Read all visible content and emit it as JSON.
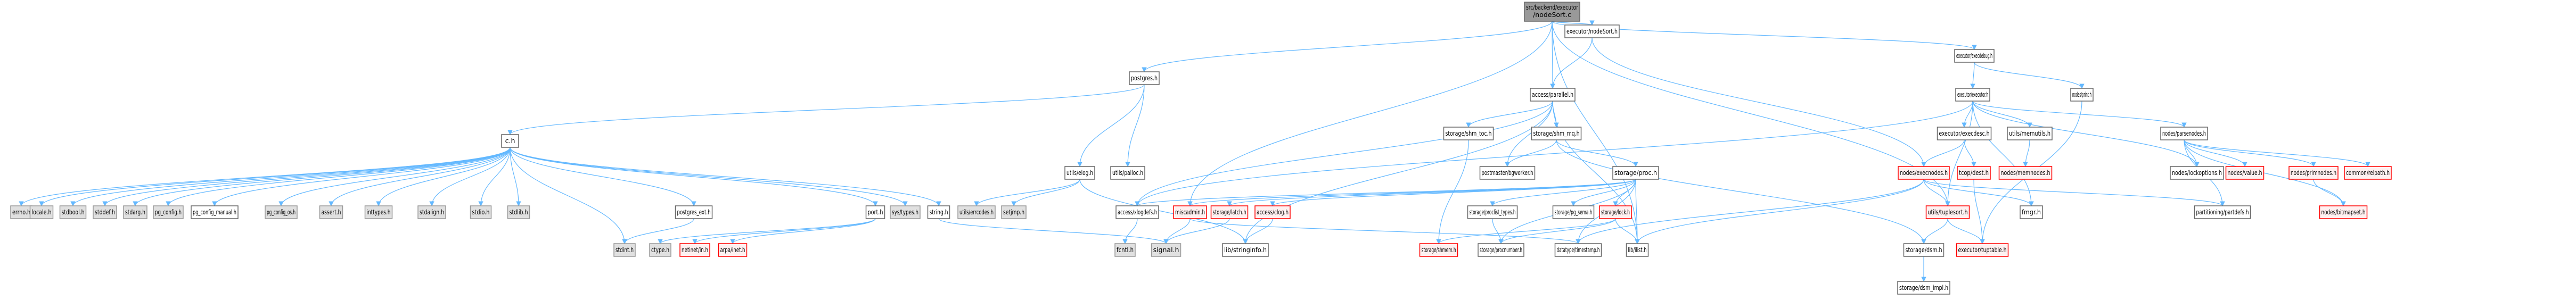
{
  "title": "Include dependency graph for nodeSort.c",
  "colors": {
    "edge": "#63b8ff",
    "root_fill": "#999999",
    "root_stroke": "#666666",
    "normal_fill": "#ffffff",
    "normal_stroke": "#666666",
    "system_fill": "#e0e0e0",
    "system_stroke": "#999999",
    "truncated_fill": "#fff0f0",
    "truncated_stroke": "#ff0000"
  },
  "nodes": [
    {
      "id": "root",
      "label": [
        "src/backend/executor",
        "/nodeSort.c"
      ],
      "kind": "root"
    },
    {
      "id": "nodeSort_h",
      "label": [
        "executor/nodeSort.h"
      ],
      "kind": "normal"
    },
    {
      "id": "execdebug_h",
      "label": [
        "executor/execdebug.h"
      ],
      "kind": "normal"
    },
    {
      "id": "postgres_h",
      "label": [
        "postgres.h"
      ],
      "kind": "normal"
    },
    {
      "id": "parallel_h",
      "label": [
        "access/parallel.h"
      ],
      "kind": "normal"
    },
    {
      "id": "executor_h",
      "label": [
        "executor/executor.h"
      ],
      "kind": "normal"
    },
    {
      "id": "print_h",
      "label": [
        "nodes/print.h"
      ],
      "kind": "normal"
    },
    {
      "id": "c_h",
      "label": [
        "c.h"
      ],
      "kind": "normal"
    },
    {
      "id": "elog_h",
      "label": [
        "utils/elog.h"
      ],
      "kind": "normal"
    },
    {
      "id": "palloc_h",
      "label": [
        "utils/palloc.h"
      ],
      "kind": "normal"
    },
    {
      "id": "shm_toc_h",
      "label": [
        "storage/shm_toc.h"
      ],
      "kind": "normal"
    },
    {
      "id": "shm_mq_h",
      "label": [
        "storage/shm_mq.h"
      ],
      "kind": "normal"
    },
    {
      "id": "bgworker_h",
      "label": [
        "postmaster/bgworker.h"
      ],
      "kind": "normal"
    },
    {
      "id": "proc_h",
      "label": [
        "storage/proc.h"
      ],
      "kind": "normal"
    },
    {
      "id": "execdesc_h",
      "label": [
        "executor/execdesc.h"
      ],
      "kind": "normal"
    },
    {
      "id": "memutils_h",
      "label": [
        "utils/memutils.h"
      ],
      "kind": "normal"
    },
    {
      "id": "parsenodes_h",
      "label": [
        "nodes/parsenodes.h"
      ],
      "kind": "normal"
    },
    {
      "id": "errno_h",
      "label": [
        "errno.h"
      ],
      "kind": "system"
    },
    {
      "id": "locale_h",
      "label": [
        "locale.h"
      ],
      "kind": "system"
    },
    {
      "id": "stdbool_h",
      "label": [
        "stdbool.h"
      ],
      "kind": "system"
    },
    {
      "id": "stddef_h",
      "label": [
        "stddef.h"
      ],
      "kind": "system"
    },
    {
      "id": "stdarg_h",
      "label": [
        "stdarg.h"
      ],
      "kind": "system"
    },
    {
      "id": "pg_config_h",
      "label": [
        "pg_config.h"
      ],
      "kind": "system"
    },
    {
      "id": "pg_config_manual_h",
      "label": [
        "pg_config_manual.h"
      ],
      "kind": "normal"
    },
    {
      "id": "pg_config_os_h",
      "label": [
        "pg_config_os.h"
      ],
      "kind": "system"
    },
    {
      "id": "assert_h",
      "label": [
        "assert.h"
      ],
      "kind": "system"
    },
    {
      "id": "inttypes_h",
      "label": [
        "inttypes.h"
      ],
      "kind": "system"
    },
    {
      "id": "stdalign_h",
      "label": [
        "stdalign.h"
      ],
      "kind": "system"
    },
    {
      "id": "stdio_h",
      "label": [
        "stdio.h"
      ],
      "kind": "system"
    },
    {
      "id": "stdlib_h",
      "label": [
        "stdlib.h"
      ],
      "kind": "system"
    },
    {
      "id": "postgres_ext_h",
      "label": [
        "postgres_ext.h"
      ],
      "kind": "normal"
    },
    {
      "id": "port_h",
      "label": [
        "port.h"
      ],
      "kind": "normal"
    },
    {
      "id": "sys_types_h",
      "label": [
        "sys/types.h"
      ],
      "kind": "system"
    },
    {
      "id": "string_h",
      "label": [
        "string.h"
      ],
      "kind": "normal"
    },
    {
      "id": "errcodes_h",
      "label": [
        "utils/errcodes.h"
      ],
      "kind": "system"
    },
    {
      "id": "setjmp_h",
      "label": [
        "setjmp.h"
      ],
      "kind": "system"
    },
    {
      "id": "xlogdefs_h",
      "label": [
        "access/xlogdefs.h"
      ],
      "kind": "normal"
    },
    {
      "id": "miscadmin_h",
      "label": [
        "miscadmin.h"
      ],
      "kind": "truncated"
    },
    {
      "id": "latch_h",
      "label": [
        "storage/latch.h"
      ],
      "kind": "truncated"
    },
    {
      "id": "clog_h",
      "label": [
        "access/clog.h"
      ],
      "kind": "truncated"
    },
    {
      "id": "proclist_types_h",
      "label": [
        "storage/proclist_types.h"
      ],
      "kind": "normal"
    },
    {
      "id": "pg_sema_h",
      "label": [
        "storage/pg_sema.h"
      ],
      "kind": "normal"
    },
    {
      "id": "lock_h",
      "label": [
        "storage/lock.h"
      ],
      "kind": "truncated"
    },
    {
      "id": "execnodes_h",
      "label": [
        "nodes/execnodes.h"
      ],
      "kind": "truncated"
    },
    {
      "id": "dest_h",
      "label": [
        "tcop/dest.h"
      ],
      "kind": "truncated"
    },
    {
      "id": "memnodes_h",
      "label": [
        "nodes/memnodes.h"
      ],
      "kind": "truncated"
    },
    {
      "id": "lockoptions_h",
      "label": [
        "nodes/lockoptions.h"
      ],
      "kind": "normal"
    },
    {
      "id": "value_h",
      "label": [
        "nodes/value.h"
      ],
      "kind": "truncated"
    },
    {
      "id": "primnodes_h",
      "label": [
        "nodes/primnodes.h"
      ],
      "kind": "truncated"
    },
    {
      "id": "relpath_h",
      "label": [
        "common/relpath.h"
      ],
      "kind": "truncated"
    },
    {
      "id": "stdint_h",
      "label": [
        "stdint.h"
      ],
      "kind": "system"
    },
    {
      "id": "ctype_h",
      "label": [
        "ctype.h"
      ],
      "kind": "system"
    },
    {
      "id": "netinet_in_h",
      "label": [
        "netinet/in.h"
      ],
      "kind": "truncated"
    },
    {
      "id": "arpa_inet_h",
      "label": [
        "arpa/inet.h"
      ],
      "kind": "truncated"
    },
    {
      "id": "fcntl_h",
      "label": [
        "fcntl.h"
      ],
      "kind": "system"
    },
    {
      "id": "signal_h",
      "label": [
        "signal.h"
      ],
      "kind": "system"
    },
    {
      "id": "stringinfo_h",
      "label": [
        "lib/stringinfo.h"
      ],
      "kind": "normal"
    },
    {
      "id": "shmem_h",
      "label": [
        "storage/shmem.h"
      ],
      "kind": "truncated"
    },
    {
      "id": "procnumber_h",
      "label": [
        "storage/procnumber.h"
      ],
      "kind": "normal"
    },
    {
      "id": "timestamp_h",
      "label": [
        "datatype/timestamp.h"
      ],
      "kind": "normal"
    },
    {
      "id": "ilist_h",
      "label": [
        "lib/ilist.h"
      ],
      "kind": "normal"
    },
    {
      "id": "tuplesort_h",
      "label": [
        "utils/tuplesort.h"
      ],
      "kind": "truncated"
    },
    {
      "id": "fmgr_h",
      "label": [
        "fmgr.h"
      ],
      "kind": "normal"
    },
    {
      "id": "partdefs_h",
      "label": [
        "partitioning/partdefs.h"
      ],
      "kind": "normal"
    },
    {
      "id": "bitmapset_h",
      "label": [
        "nodes/bitmapset.h"
      ],
      "kind": "truncated"
    },
    {
      "id": "dsm_h",
      "label": [
        "storage/dsm.h"
      ],
      "kind": "normal"
    },
    {
      "id": "tuptable_h",
      "label": [
        "executor/tuptable.h"
      ],
      "kind": "truncated"
    },
    {
      "id": "dsm_impl_h",
      "label": [
        "storage/dsm_impl.h"
      ],
      "kind": "normal"
    }
  ],
  "edges": [
    [
      "root",
      "nodeSort_h"
    ],
    [
      "root",
      "execdebug_h"
    ],
    [
      "root",
      "postgres_h"
    ],
    [
      "root",
      "parallel_h"
    ],
    [
      "root",
      "miscadmin_h"
    ],
    [
      "root",
      "tuplesort_h"
    ],
    [
      "root",
      "ilist_h"
    ],
    [
      "nodeSort_h",
      "parallel_h"
    ],
    [
      "nodeSort_h",
      "execnodes_h"
    ],
    [
      "execdebug_h",
      "executor_h"
    ],
    [
      "execdebug_h",
      "print_h"
    ],
    [
      "print_h",
      "tuptable_h"
    ],
    [
      "postgres_h",
      "c_h"
    ],
    [
      "postgres_h",
      "elog_h"
    ],
    [
      "postgres_h",
      "palloc_h"
    ],
    [
      "c_h",
      "errno_h"
    ],
    [
      "c_h",
      "locale_h"
    ],
    [
      "c_h",
      "stdbool_h"
    ],
    [
      "c_h",
      "stddef_h"
    ],
    [
      "c_h",
      "stdarg_h"
    ],
    [
      "c_h",
      "pg_config_h"
    ],
    [
      "c_h",
      "pg_config_manual_h"
    ],
    [
      "c_h",
      "pg_config_os_h"
    ],
    [
      "c_h",
      "assert_h"
    ],
    [
      "c_h",
      "inttypes_h"
    ],
    [
      "c_h",
      "stdalign_h"
    ],
    [
      "c_h",
      "stdio_h"
    ],
    [
      "c_h",
      "stdlib_h"
    ],
    [
      "c_h",
      "stdint_h"
    ],
    [
      "c_h",
      "postgres_ext_h"
    ],
    [
      "c_h",
      "port_h"
    ],
    [
      "c_h",
      "sys_types_h"
    ],
    [
      "c_h",
      "string_h"
    ],
    [
      "postgres_ext_h",
      "stdint_h"
    ],
    [
      "port_h",
      "ctype_h"
    ],
    [
      "port_h",
      "netinet_in_h"
    ],
    [
      "port_h",
      "arpa_inet_h"
    ],
    [
      "string_h",
      "signal_h"
    ],
    [
      "elog_h",
      "errcodes_h"
    ],
    [
      "elog_h",
      "setjmp_h"
    ],
    [
      "elog_h",
      "stringinfo_h"
    ],
    [
      "parallel_h",
      "xlogdefs_h"
    ],
    [
      "parallel_h",
      "shm_toc_h"
    ],
    [
      "parallel_h",
      "bgworker_h"
    ],
    [
      "parallel_h",
      "shm_mq_h"
    ],
    [
      "parallel_h",
      "stringinfo_h"
    ],
    [
      "parallel_h",
      "ilist_h"
    ],
    [
      "shm_toc_h",
      "shmem_h"
    ],
    [
      "shm_mq_h",
      "bgworker_h"
    ],
    [
      "shm_mq_h",
      "proc_h"
    ],
    [
      "shm_mq_h",
      "dsm_h"
    ],
    [
      "proc_h",
      "xlogdefs_h"
    ],
    [
      "proc_h",
      "miscadmin_h"
    ],
    [
      "proc_h",
      "latch_h"
    ],
    [
      "proc_h",
      "clog_h"
    ],
    [
      "proc_h",
      "proclist_types_h"
    ],
    [
      "proc_h",
      "pg_sema_h"
    ],
    [
      "proc_h",
      "lock_h"
    ],
    [
      "proc_h",
      "procnumber_h"
    ],
    [
      "proc_h",
      "ilist_h"
    ],
    [
      "proc_h",
      "timestamp_h"
    ],
    [
      "xlogdefs_h",
      "fcntl_h"
    ],
    [
      "miscadmin_h",
      "signal_h"
    ],
    [
      "miscadmin_h",
      "timestamp_h"
    ],
    [
      "latch_h",
      "signal_h"
    ],
    [
      "clog_h",
      "stringinfo_h"
    ],
    [
      "proclist_types_h",
      "procnumber_h"
    ],
    [
      "lock_h",
      "shmem_h"
    ],
    [
      "lock_h",
      "procnumber_h"
    ],
    [
      "lock_h",
      "ilist_h"
    ],
    [
      "executor_h",
      "xlogdefs_h"
    ],
    [
      "executor_h",
      "execdesc_h"
    ],
    [
      "executor_h",
      "memutils_h"
    ],
    [
      "executor_h",
      "fmgr_h"
    ],
    [
      "executor_h",
      "lockoptions_h"
    ],
    [
      "executor_h",
      "parsenodes_h"
    ],
    [
      "executor_h",
      "tuplesort_h"
    ],
    [
      "execdesc_h",
      "execnodes_h"
    ],
    [
      "execdesc_h",
      "dest_h"
    ],
    [
      "memutils_h",
      "memnodes_h"
    ],
    [
      "parsenodes_h",
      "lockoptions_h"
    ],
    [
      "parsenodes_h",
      "value_h"
    ],
    [
      "parsenodes_h",
      "partdefs_h"
    ],
    [
      "parsenodes_h",
      "primnodes_h"
    ],
    [
      "parsenodes_h",
      "relpath_h"
    ],
    [
      "parsenodes_h",
      "bitmapset_h"
    ],
    [
      "primnodes_h",
      "bitmapset_h"
    ],
    [
      "execnodes_h",
      "tuplesort_h"
    ],
    [
      "execnodes_h",
      "fmgr_h"
    ],
    [
      "execnodes_h",
      "partdefs_h"
    ],
    [
      "execnodes_h",
      "ilist_h"
    ],
    [
      "execnodes_h",
      "timestamp_h"
    ],
    [
      "dest_h",
      "tuptable_h"
    ],
    [
      "tuplesort_h",
      "dsm_h"
    ],
    [
      "tuplesort_h",
      "tuptable_h"
    ],
    [
      "dsm_h",
      "dsm_impl_h"
    ]
  ]
}
